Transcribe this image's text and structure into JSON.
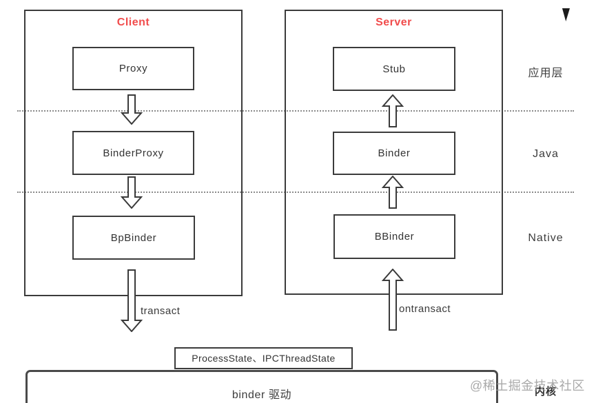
{
  "diagram": {
    "client": {
      "title": "Client",
      "boxes": [
        "Proxy",
        "BinderProxy",
        "BpBinder"
      ],
      "arrow_label": "transact"
    },
    "server": {
      "title": "Server",
      "boxes": [
        "Stub",
        "Binder",
        "BBinder"
      ],
      "arrow_label": "ontransact"
    },
    "layer_labels": [
      "应用层",
      "Java",
      "Native",
      "内核"
    ],
    "middleware_box_label": "ProcessState、IPCThreadState",
    "driver_box_label": "binder 驱动",
    "watermark": "@稀土掘金技术社区",
    "colors": {
      "title_red": "#f14c4c",
      "stroke_dark": "#3b3b3b",
      "dotted_line_gray": "#8a8a8a",
      "watermark_gray": "#9b9b9b"
    },
    "icons": {
      "corner_triangle": "small black wedge at top-right",
      "block_arrows": "hollow outlined block arrows (white fill, dark stroke)"
    }
  }
}
